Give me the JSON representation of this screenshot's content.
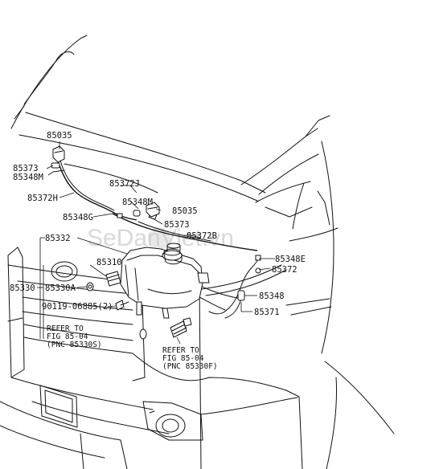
{
  "watermark": {
    "text": "SeDanViet.vn"
  },
  "labels": {
    "p85035_top": "85035",
    "p85373_left": "85373",
    "p85348m_left": "85348M",
    "p85372h": "85372H",
    "p85348g": "85348G",
    "p85372j": "85372J",
    "p85348m_mid": "85348M",
    "p85035_mid": "85035",
    "p85373_mid": "85373",
    "p85372b": "85372B",
    "p85332": "85332",
    "p85310": "85310",
    "p85330": "85330",
    "p85330a": "85330A",
    "p90119": "90119-06885(2)",
    "p85348e": "85348E",
    "p85372": "85372",
    "p85348": "85348",
    "p85371": "85371"
  },
  "refs": {
    "left": {
      "line1": "REFER TO",
      "line2": "FIG 85-04",
      "line3": "(PNC 85330S)"
    },
    "right": {
      "line1": "REFER TO",
      "line2": "FIG 85-04",
      "line3": "(PNC 85330F)"
    }
  }
}
